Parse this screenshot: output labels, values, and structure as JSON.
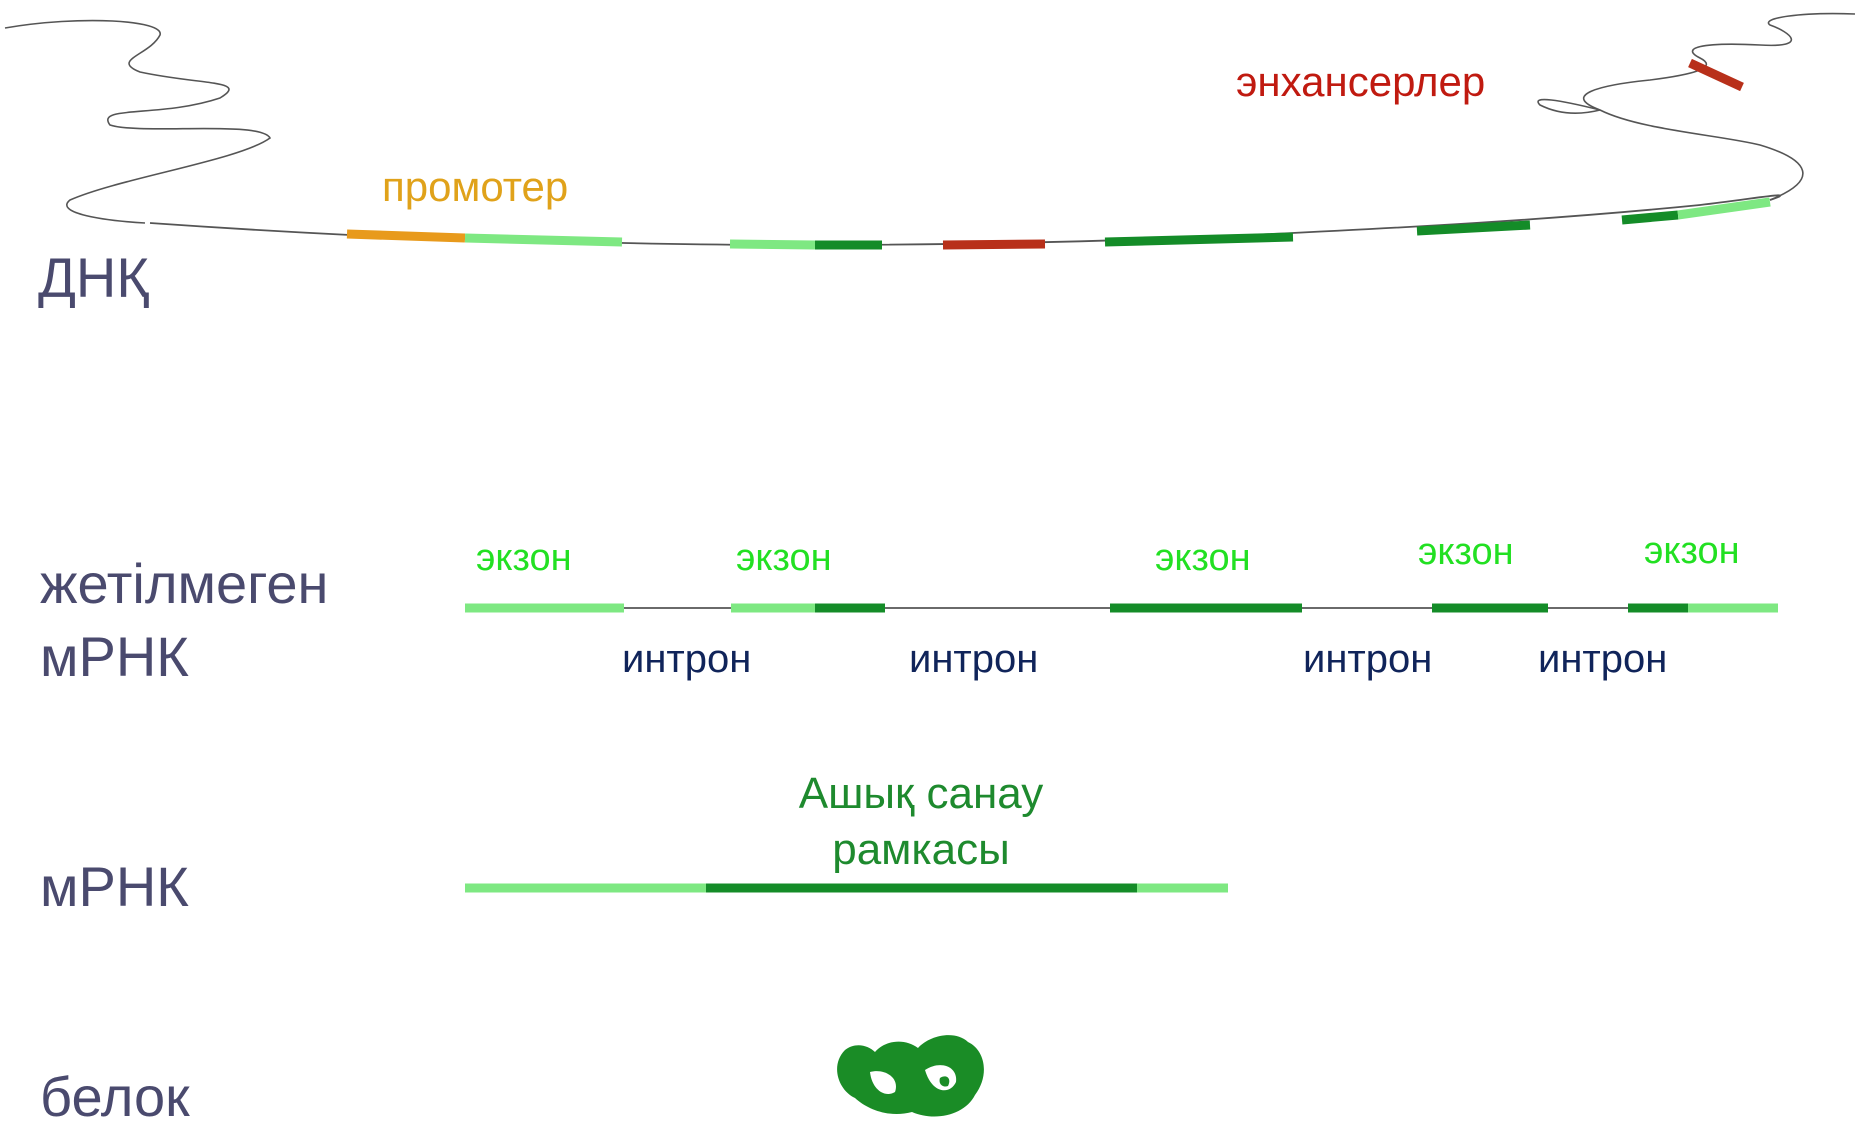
{
  "rows": {
    "dna": "ДНҚ",
    "premrna_line1": "жетілмеген",
    "premrna_line2": "мРНК",
    "mrna": "мРНК",
    "protein": "белок"
  },
  "dna_labels": {
    "promoter": "промотер",
    "enhancers": "энхансерлер"
  },
  "premrna_labels": {
    "exons": [
      "экзон",
      "экзон",
      "экзон",
      "экзон",
      "экзон"
    ],
    "introns": [
      "интрон",
      "интрон",
      "интрон",
      "интрон"
    ]
  },
  "mrna_labels": {
    "orf_line1": "Ашық санау",
    "orf_line2": "рамкасы"
  },
  "colors": {
    "utr_light_green": "#7ee882",
    "coding_dark_green": "#148c28",
    "promoter_orange": "#e89a1c",
    "enhancer_red": "#b8301a",
    "backbone_gray": "#555555",
    "label_gray": "#4a4a6e",
    "exon_label_green": "#22e022",
    "intron_label_navy": "#10245a",
    "protein_green": "#1a8c26"
  }
}
